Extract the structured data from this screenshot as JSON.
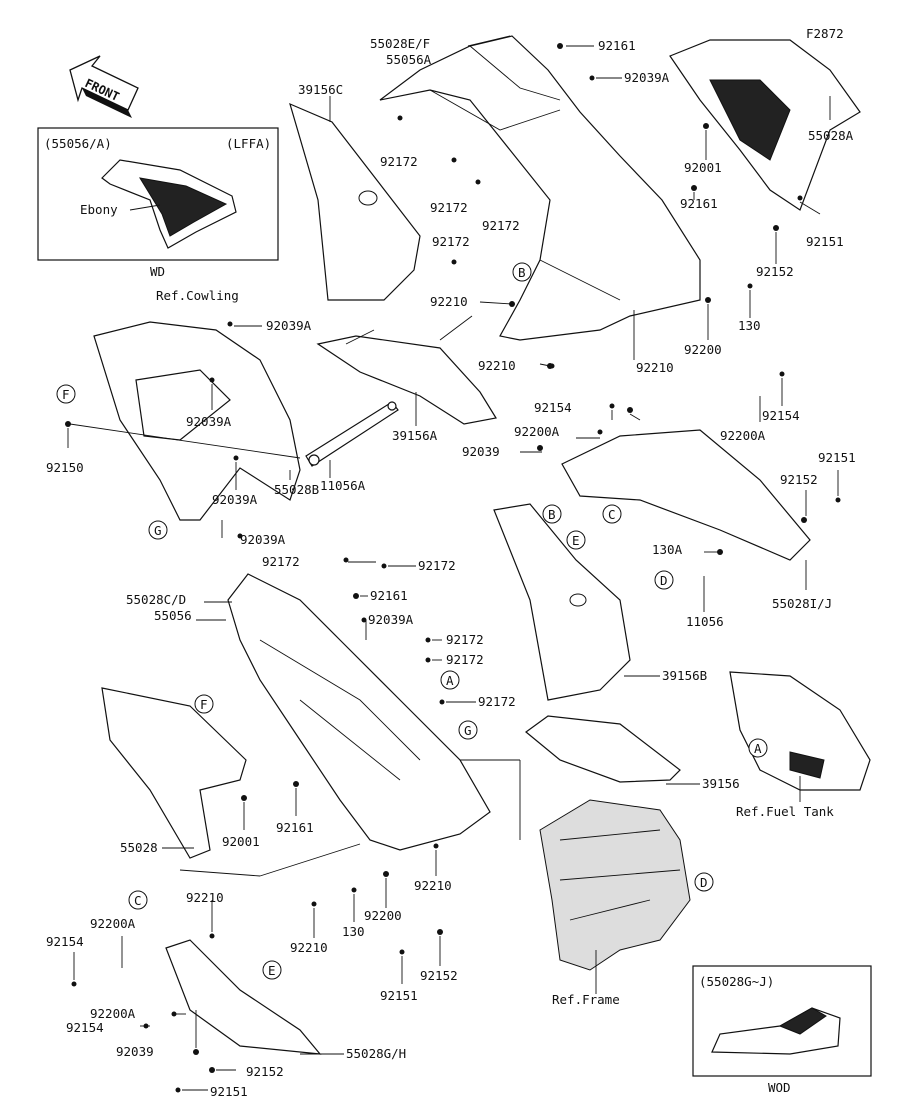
{
  "diagram_code": "F2872",
  "front_badge": "FRONT",
  "inset_top": {
    "model": "(55056/A)",
    "variant": "(LFFA)",
    "color_label": "Ebony",
    "caption": "WD"
  },
  "inset_bottom": {
    "model": "(55028G~J)",
    "caption": "WOD"
  },
  "refs": {
    "cowling": "Ref.Cowling",
    "fuel_tank": "Ref.Fuel Tank",
    "frame": "Ref.Frame"
  },
  "callouts": [
    "A",
    "B",
    "C",
    "D",
    "E",
    "F",
    "G"
  ],
  "labels": {
    "p55028EF": "55028E/F",
    "p55056A_top": "55056A",
    "p92161_a": "92161",
    "p92039A_a": "92039A",
    "p39156C": "39156C",
    "p55028A": "55028A",
    "p92172_a": "92172",
    "p92172_b": "92172",
    "p92172_c": "92172",
    "p92001_a": "92001",
    "p92161_b": "92161",
    "p92151_a": "92151",
    "p92172_d": "92172",
    "p92152_a": "92152",
    "p92210_a": "92210",
    "p130_a": "130",
    "p92200_a": "92200",
    "p92210_b": "92210",
    "p92210_c": "92210",
    "p92039A_b": "92039A",
    "p92039A_c": "92039A",
    "p39156A": "39156A",
    "p92154_a": "92154",
    "p92200A_a": "92200A",
    "p92154_b": "92154",
    "p92200A_b": "92200A",
    "p92039_a": "92039",
    "p92150": "92150",
    "p92039A_d": "92039A",
    "p55028B": "55028B",
    "p11056A": "11056A",
    "p92151_b": "92151",
    "p92152_b": "92152",
    "p92039A_e": "92039A",
    "p130A": "130A",
    "p11056": "11056",
    "p55028IJ": "55028I/J",
    "p92172_e": "92172",
    "p92172_f": "92172",
    "p55028CD": "55028C/D",
    "p55056": "55056",
    "p92161_c": "92161",
    "p92039A_f": "92039A",
    "p92172_g": "92172",
    "p92172_h": "92172",
    "p92172_i": "92172",
    "p39156B": "39156B",
    "p39156": "39156",
    "p92001_b": "92001",
    "p92161_d": "92161",
    "p55028": "55028",
    "p92210_d": "92210",
    "p92200_b": "92200",
    "p130_b": "130",
    "p92210_e": "92210",
    "p92210_f": "92210",
    "p92200A_c": "92200A",
    "p92154_c": "92154",
    "p92151_c": "92151",
    "p92152_c": "92152",
    "p92200A_d": "92200A",
    "p92154_d": "92154",
    "p92039_b": "92039",
    "p92152_d": "92152",
    "p55028GH": "55028G/H",
    "p92151_d": "92151"
  }
}
